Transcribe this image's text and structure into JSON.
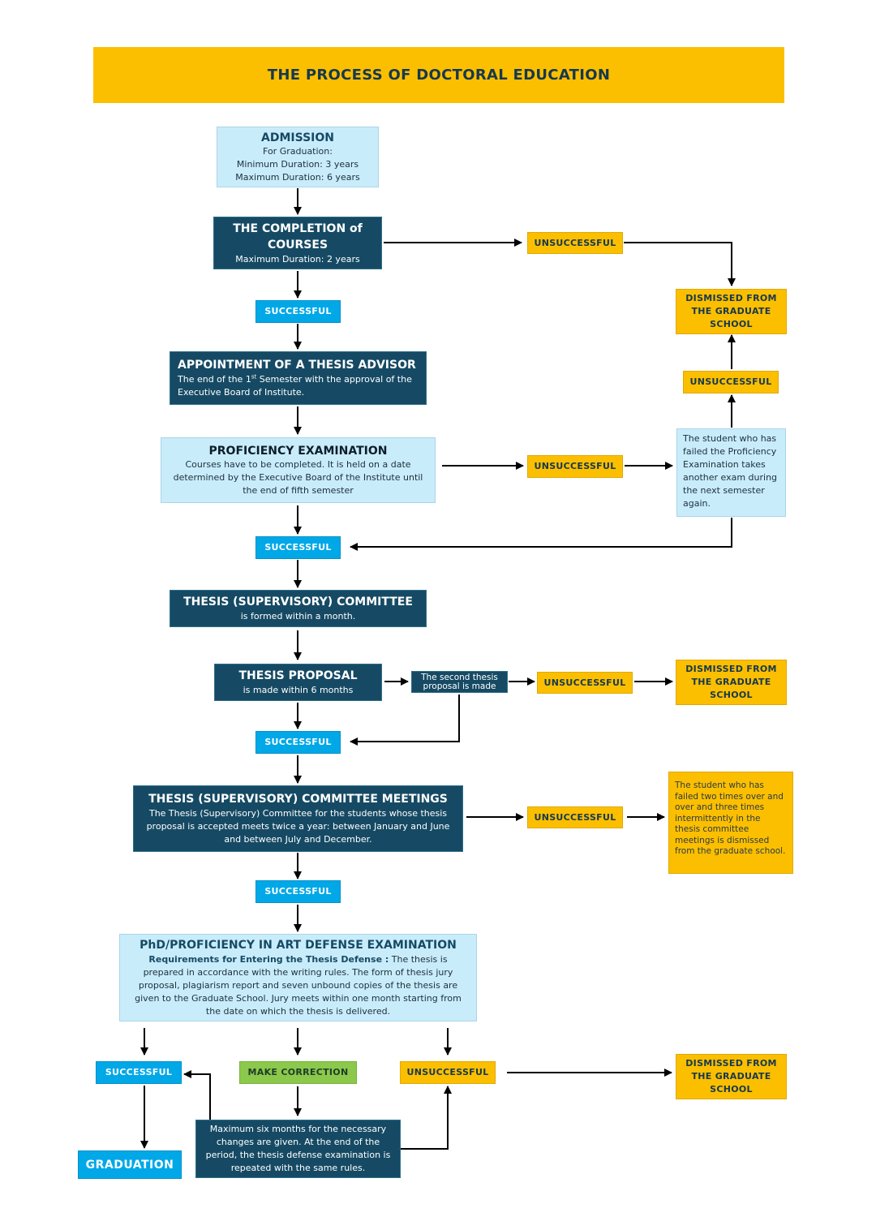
{
  "header": {
    "title": "THE PROCESS OF DOCTORAL EDUCATION"
  },
  "admission": {
    "title": "ADMISSION",
    "line1": "For Graduation:",
    "line2": "Minimum Duration: 3 years",
    "line3": "Maximum Duration: 6 years"
  },
  "courses": {
    "title": "THE COMPLETION of COURSES",
    "sub": "Maximum Duration: 2 years"
  },
  "advisor": {
    "title": "APPOINTMENT OF A THESIS ADVISOR",
    "text_a": "The end of the 1",
    "text_sup": "st",
    "text_b": " Semester with the approval of the Executive Board of Institute."
  },
  "proficiency": {
    "title": "PROFICIENCY EXAMINATION",
    "text": "Courses have to be completed. It is held on a date determined by the Executive Board of the Institute until the end of fifth semester"
  },
  "proficiency_note": "The student who has failed the Proficiency Examination takes another exam during the next semester again.",
  "committee": {
    "title": "THESIS (SUPERVISORY) COMMITTEE",
    "sub": "is formed within a month."
  },
  "proposal": {
    "title": "THESIS PROPOSAL",
    "sub": "is made within 6 months"
  },
  "second_proposal": "The second thesis proposal is made",
  "meetings": {
    "title": "THESIS (SUPERVISORY) COMMITTEE MEETINGS",
    "text": "The Thesis (Supervisory) Committee for the students whose thesis proposal is accepted meets twice a year: between January and June and between July and December."
  },
  "meetings_note": "The student who has failed two times over and over and three times intermittently in the thesis committee meetings is dismissed from the graduate school.",
  "defense": {
    "title": "PhD/PROFICIENCY IN ART DEFENSE EXAMINATION",
    "req_label": "Requirements for Entering the Thesis Defense :",
    "text": " The thesis is prepared in accordance with the writing rules. The form of thesis jury proposal, plagiarism report and seven unbound copies of the thesis are given to the Graduate School. Jury meets within one month starting from the date on which the thesis is delivered."
  },
  "correction_note": "Maximum six months for the necessary changes are given. At the end of the period, the thesis defense examination is repeated with the same rules.",
  "labels": {
    "successful": "SUCCESSFUL",
    "unsuccessful": "UNSUCCESSFUL",
    "dismissed": "DISMISSED FROM THE GRADUATE SCHOOL",
    "make_correction": "MAKE CORRECTION",
    "graduation": "GRADUATION"
  },
  "colors": {
    "header": "#fbbf00",
    "light_box": "#c9ecfb",
    "dark_box": "#164a64",
    "yellow_box": "#fbbf00",
    "cyan_box": "#00a8e8",
    "green_box": "#8cc84b",
    "arrow": "#000000"
  }
}
